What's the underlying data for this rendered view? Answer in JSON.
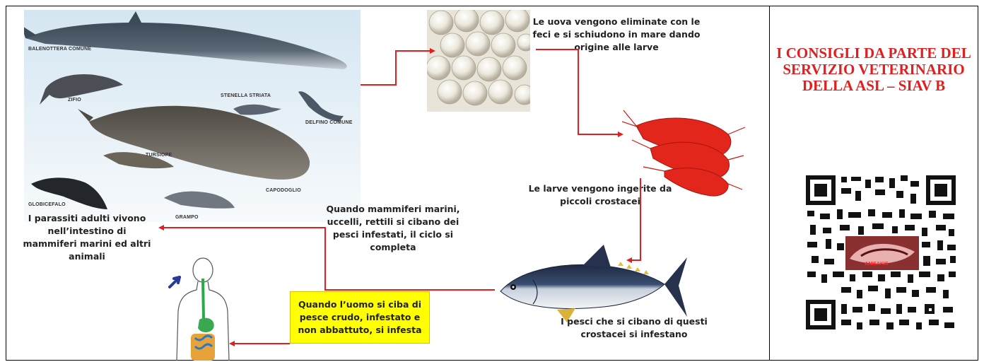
{
  "marine_mammals": {
    "labels": {
      "balenottera": "BALENOTTERA COMUNE",
      "zifio": "ZIFIO",
      "stenella": "STENELLA STRIATA",
      "delfino": "DELFINO COMUNE",
      "tursiope": "TURSIOPE",
      "capodoglio": "CAPODOGLIO",
      "globicefalo": "GLOBICEFALO",
      "grampo": "GRAMPO"
    }
  },
  "cycle": {
    "eggs_text": "Le uova vengono eliminate con le feci e si schiudono in mare dando origine alle larve",
    "larvae_text": "Le larve vengono ingerite da piccoli crostacei",
    "fish_text": "I pesci che si cibano di questi crostacei si infestano",
    "completion_text": "Quando mammiferi marini, uccelli, rettili si cibano dei pesci infestati, il ciclo si completa",
    "adult_text": "I parassiti adulti vivono nell’intestino di mammiferi marini ed altri animali",
    "human_text": "Quando l’uomo si ciba di pesce crudo, infestato e non abbattuto, si infesta"
  },
  "sidebar": {
    "title": "I CONSIGLI DA PARTE DEL SERVIZIO VETERINARIO DELLA ASL – SIAV B",
    "qr_logo_text": "ANISAKIS"
  },
  "colors": {
    "arrow": "#e02020",
    "title": "#e02020",
    "highlight": "#ffff00"
  }
}
